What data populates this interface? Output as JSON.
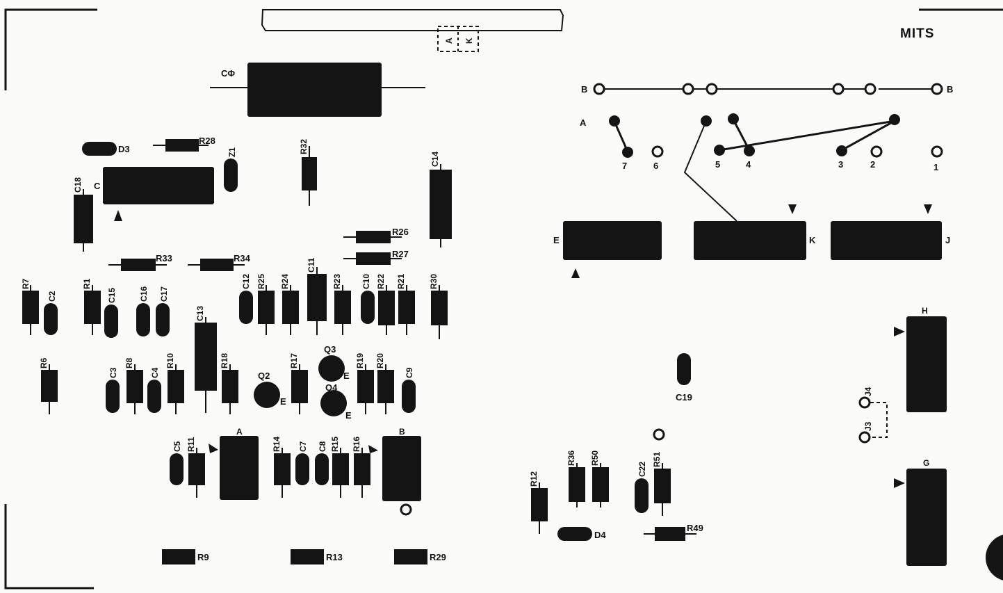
{
  "brand": "MITS",
  "connector_labels": [
    "A",
    "K"
  ],
  "jumper_row_end_labels": [
    "B",
    "B"
  ],
  "jumper_row_label": "A",
  "jumper_positions": [
    "7",
    "6",
    "5",
    "4",
    "3",
    "2",
    "1"
  ],
  "ic_labels": {
    "C": "C",
    "E": "E",
    "K": "K",
    "J": "J",
    "H": "H",
    "G": "G",
    "A": "A",
    "B": "B"
  },
  "jumper_labels": {
    "J4": "J4",
    "J3": "J3"
  },
  "parts": {
    "C0": "CΦ",
    "D3": "D3",
    "R28": "R28",
    "Z1": "Z1",
    "R32": "R32",
    "C14": "C14",
    "C18": "C18",
    "R26": "R26",
    "R27": "R27",
    "R33": "R33",
    "R34": "R34",
    "R7": "R7",
    "C2": "C2",
    "R1": "R1",
    "C15": "C15",
    "C16": "C16",
    "C17": "C17",
    "C13": "C13",
    "C12": "C12",
    "R25": "R25",
    "R24": "R24",
    "C11": "C11",
    "R23": "R23",
    "C10": "C10",
    "R22": "R22",
    "R21": "R21",
    "R30": "R30",
    "R6": "R6",
    "C3": "C3",
    "R8": "R8",
    "C4": "C4",
    "R10": "R10",
    "R18": "R18",
    "Q2": "Q2",
    "E1": "E",
    "R17": "R17",
    "Q3": "Q3",
    "E2": "E",
    "Q4": "Q4",
    "E3": "E",
    "R19": "R19",
    "R20": "R20",
    "C9": "C9",
    "C5": "C5",
    "R11": "R11",
    "R14": "R14",
    "C7": "C7",
    "C8": "C8",
    "R15": "R15",
    "R16": "R16",
    "C19": "C19",
    "R12": "R12",
    "R36": "R36",
    "R50": "R50",
    "C22": "C22",
    "R51": "R51",
    "D4": "D4",
    "R49": "R49",
    "R9": "R9",
    "R13": "R13",
    "R29": "R29"
  },
  "colors": {
    "ink": "#141414",
    "paper": "#fbfbf9"
  }
}
